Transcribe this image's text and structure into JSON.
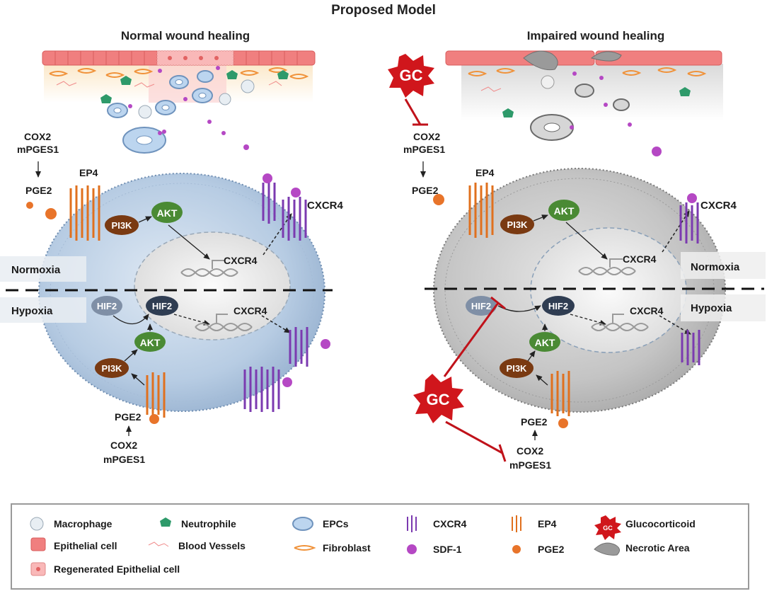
{
  "title": "Proposed Model",
  "left_panel": {
    "heading": "Normal wound healing",
    "cox2": "COX2",
    "mpges1": "mPGES1",
    "pge2": "PGE2",
    "ep4": "EP4",
    "pi3k": "PI3K",
    "akt": "AKT",
    "cxcr4": "CXCR4",
    "normoxia": "Normoxia",
    "hypoxia": "Hypoxia",
    "hif2": "HIF2"
  },
  "right_panel": {
    "heading": "Impaired wound healing",
    "gc": "GC",
    "cox2": "COX2",
    "mpges1": "mPGES1",
    "pge2": "PGE2",
    "ep4": "EP4",
    "pi3k": "PI3K",
    "akt": "AKT",
    "cxcr4": "CXCR4",
    "normoxia": "Normoxia",
    "hypoxia": "Hypoxia",
    "hif2": "HIF2"
  },
  "legend": {
    "macrophage": "Macrophage",
    "neutrophile": "Neutrophile",
    "epcs": "EPCs",
    "cxcr4": "CXCR4",
    "ep4": "EP4",
    "glucocorticoid": "Glucocorticoid",
    "epithelial_cell": "Epithelial cell",
    "blood_vessels": "Blood Vessels",
    "fibroblast": "Fibroblast",
    "sdf1": "SDF-1",
    "pge2": "PGE2",
    "necrotic_area": "Necrotic Area",
    "regenerated": "Regenerated Epithelial cell",
    "gc_icon_text": "GC"
  },
  "colors": {
    "epithelial": "#f07f7f",
    "regenerated": "#f9b8b8",
    "fibroblast": "#f0923a",
    "ep4": "#e0701e",
    "pge2": "#e8742a",
    "pi3k": "#7a3a12",
    "akt": "#4a8a34",
    "hif2_dark": "#2f3d52",
    "hif2_light": "#7f8fa6",
    "cxcr4": "#7b3ab0",
    "sdf1": "#b548c4",
    "gc": "#d0161c",
    "neutrophil": "#2e9a6a",
    "normal_cell": "#c3d4e8",
    "impaired_cell": "#c6c6c6",
    "inhibition": "#c0121a"
  }
}
